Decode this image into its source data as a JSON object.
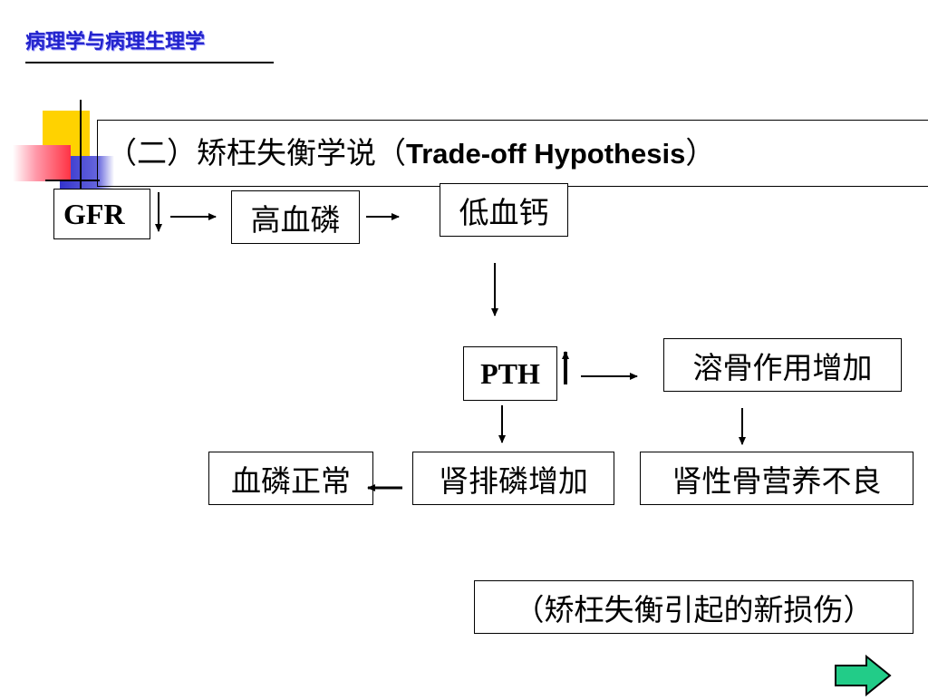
{
  "header": {
    "course_title": "病理学与病理生理学"
  },
  "slide": {
    "title_prefix": "（二）矫枉失衡学说（",
    "title_english": "Trade-off Hypothesis",
    "title_suffix": "）"
  },
  "diagram": {
    "gfr": "GFR",
    "high_phosphate": "高血磷",
    "low_calcium": "低血钙",
    "pth": "PTH",
    "osteolysis_increase": "溶骨作用增加",
    "phosphate_normal": "血磷正常",
    "renal_phosphate_excretion": "肾排磷增加",
    "renal_osteodystrophy": "肾性骨营养不良",
    "note": "（矫枉失衡引起的新损伤）"
  },
  "colors": {
    "header_text": "#2222cc",
    "deco_yellow": "#ffd200",
    "deco_blue": "#3333cc",
    "deco_red": "#ff4455",
    "nav_button": "#22cc88"
  },
  "icons": {
    "nav": "right-arrow-icon"
  }
}
